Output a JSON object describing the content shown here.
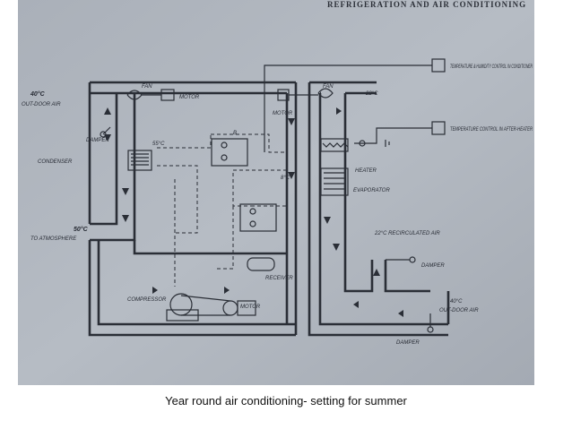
{
  "header": "REFRIGERATION AND AIR CONDITIONING",
  "caption": "Year round air conditioning- setting for summer",
  "labels": {
    "outdoor_temp_top": "40°C",
    "outdoor_air_top": "OUT-DOOR AIR",
    "fan_left": "FAN",
    "motor_left": "MOTOR",
    "damper_left": "DAMPER",
    "condenser": "CONDENSER",
    "cond_temp": "55°C",
    "exhaust_temp": "50°C",
    "to_atmosphere": "TO ATMOSPHERE",
    "valve_b": "B",
    "evap_temp": "8°C",
    "receiver": "RECEIVER",
    "compressor": "COMPRESSOR",
    "motor_bottom": "MOTOR",
    "motor_right": "MOTOR",
    "fan_right": "FAN",
    "supply_temp": "22°C",
    "humidity_control": "TEMPERATURE & HUMIDITY CONTROL IN CONDITIONER",
    "temp_control": "TEMPERATURE CONTROL IN AFTER-HEATER",
    "heater": "HEATER",
    "evaporator": "EVAPORATOR",
    "recirc": "22°C RECIRCULATED AIR",
    "damper_right": "DAMPER",
    "outdoor_temp_bottom": "40°C",
    "outdoor_air_bottom": "OUT-DOOR AIR",
    "damper_bottom": "DAMPER"
  }
}
